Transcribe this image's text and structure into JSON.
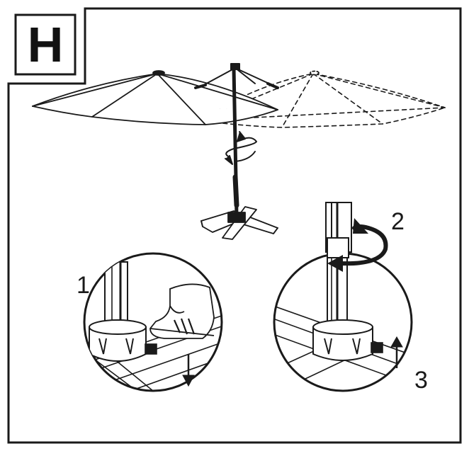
{
  "panel": {
    "letter": "H"
  },
  "steps": {
    "one": "1",
    "two": "2",
    "three": "3"
  },
  "colors": {
    "ink": "#1a1a1a",
    "paper": "#ffffff",
    "shade": "#d9d9d9"
  }
}
